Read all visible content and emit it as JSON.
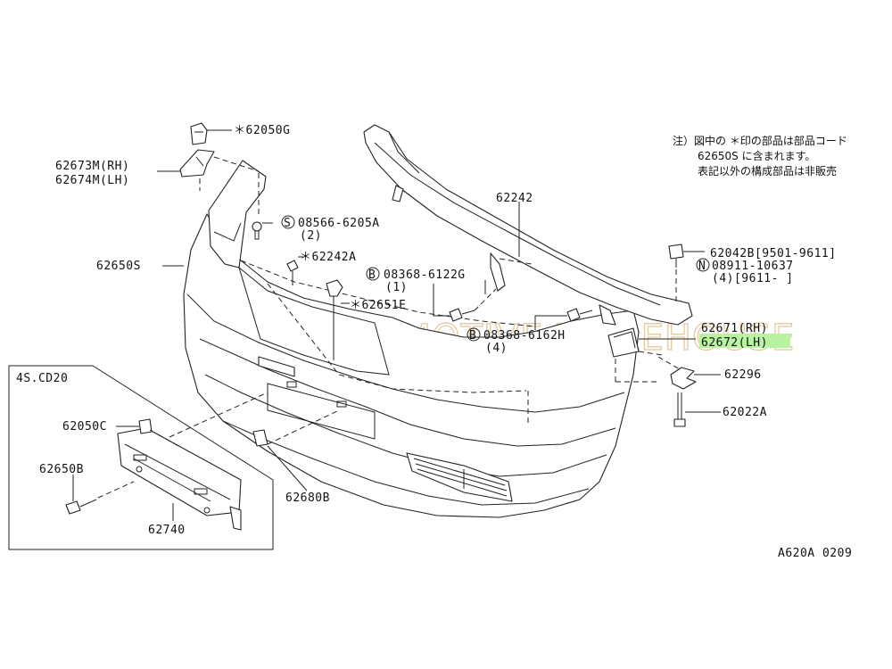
{
  "diagram_code": "A620A 0209",
  "note_lines": [
    "注）図中の ＊印の部品は部品コード",
    "62650S に含まれます。",
    "表記以外の構成部品は非販売"
  ],
  "inset_title": "4S.CD20",
  "watermark": {
    "logo": "AW",
    "text": "AUTOMOTIVE WAREHOUSE"
  },
  "highlight_color": "#b9f2a0",
  "labels": {
    "p62050G": "＊62050G",
    "p62673M": "62673M(RH)",
    "p62674M": "62674M(LH)",
    "p08566": "08566-6205A",
    "p08566_qty": "(2)",
    "p62242A": "＊62242A",
    "p62650S": "62650S",
    "p62651E": "＊62651E",
    "p08368G": "08368-6122G",
    "p08368G_qty": "(1)",
    "p08368H": "08368-6162H",
    "p08368H_qty": "(4)",
    "p62242": "62242",
    "p62042B": "62042B[9501-9611]",
    "p08911": "08911-10637",
    "p08911_qty": "(4)[9611-      ]",
    "p62671": "62671(RH)",
    "p62672": "62672(LH)",
    "p62296": "62296",
    "p62022A": "62022A",
    "p62050C": "62050C",
    "p62650B": "62650B",
    "p62740": "62740",
    "p62680B": "62680B",
    "sym_s": "S",
    "sym_b1": "B",
    "sym_b2": "B",
    "sym_n": "N"
  }
}
